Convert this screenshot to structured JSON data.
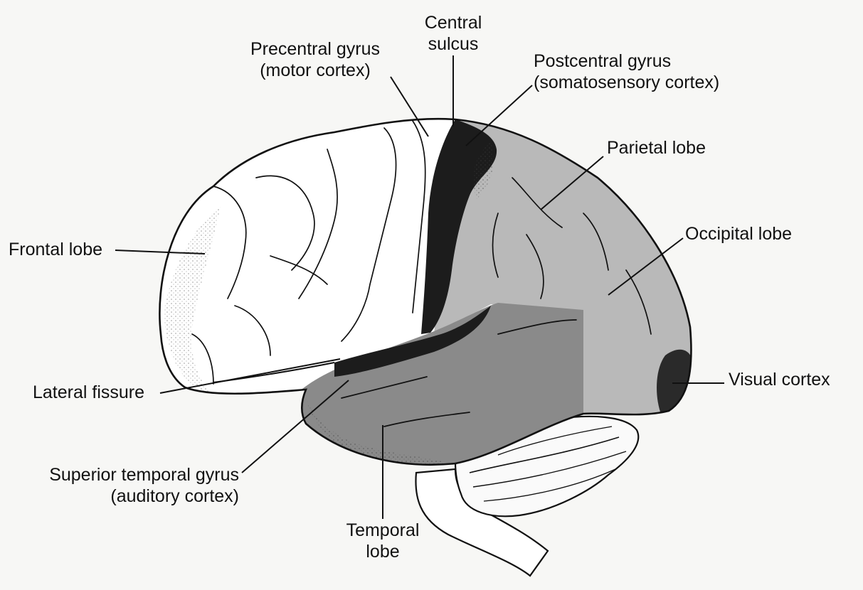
{
  "labels": {
    "central_sulcus": [
      "Central",
      "sulcus"
    ],
    "precentral_gyrus": [
      "Precentral gyrus",
      "(motor cortex)"
    ],
    "postcentral_gyrus": [
      "Postcentral gyrus",
      "(somatosensory cortex)"
    ],
    "parietal_lobe": "Parietal lobe",
    "frontal_lobe": "Frontal lobe",
    "occipital_lobe": "Occipital lobe",
    "visual_cortex": "Visual cortex",
    "lateral_fissure": "Lateral fissure",
    "superior_temporal_gyrus": [
      "Superior temporal gyrus",
      "(auditory cortex)"
    ],
    "temporal_lobe": [
      "Temporal",
      "lobe"
    ]
  },
  "colors": {
    "background": "#f7f7f5",
    "frontal_fill": "#ffffff",
    "parietal_fill": "#b9b9b9",
    "temporal_fill": "#8a8a8a",
    "dark_fill": "#1c1c1c",
    "cerebellum_fill": "#fafafa",
    "outline": "#111111"
  }
}
